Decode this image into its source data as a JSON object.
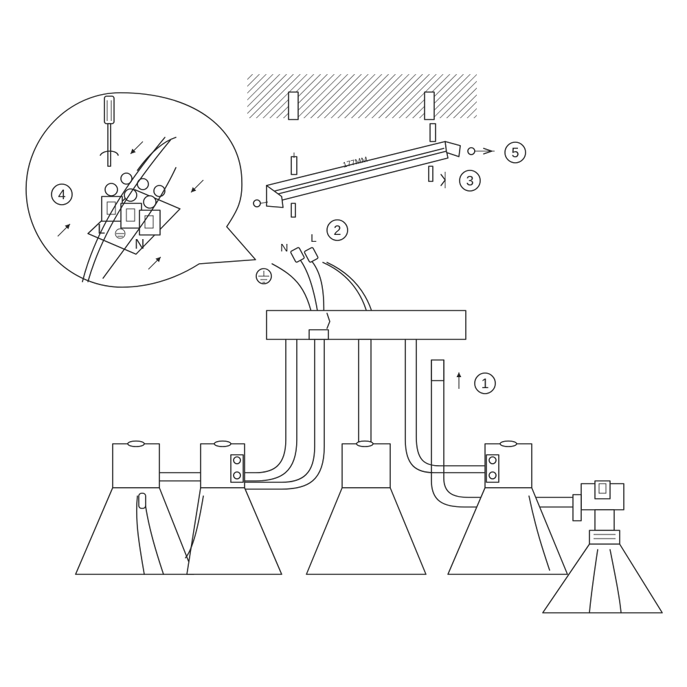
{
  "diagram": {
    "steps": [
      {
        "number": "1",
        "meaning": "insert-arm"
      },
      {
        "number": "2",
        "meaning": "connect-wires"
      },
      {
        "number": "3",
        "meaning": "fix-bracket"
      },
      {
        "number": "4",
        "meaning": "terminal-block"
      },
      {
        "number": "5",
        "meaning": "fix-canopy-screw"
      }
    ],
    "bracket_marking": "177MM",
    "wire_labels": {
      "neutral": "N",
      "live": "L"
    },
    "terminal_labels": {
      "live": "L",
      "neutral": "N"
    }
  }
}
